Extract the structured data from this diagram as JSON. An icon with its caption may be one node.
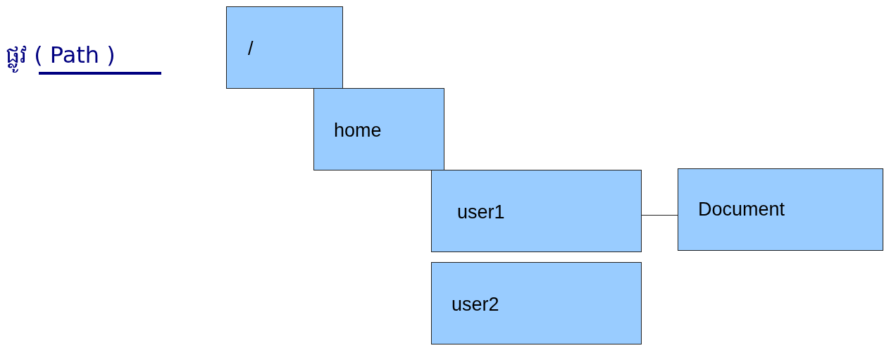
{
  "diagram": {
    "title": "ផ្លូវ ( Path )",
    "nodes": [
      {
        "text": [
          "/"
        ]
      },
      {
        "text": [
          "home"
        ]
      },
      {
        "text": [
          "user1"
        ]
      },
      {
        "text": [
          "Document"
        ]
      },
      {
        "text": [
          "user2"
        ]
      }
    ],
    "edges": [
      {
        "from": 2,
        "to": 3,
        "arrow": "none"
      }
    ]
  }
}
